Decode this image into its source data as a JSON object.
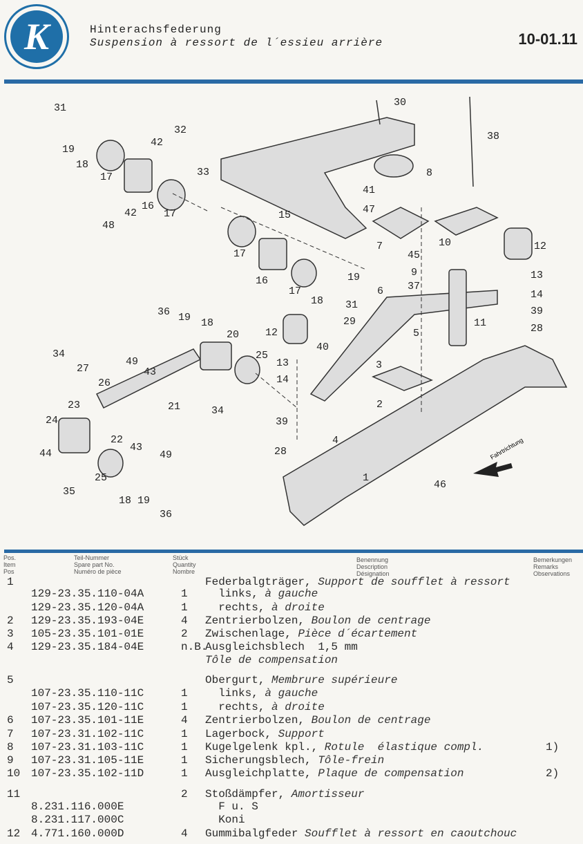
{
  "header": {
    "logo_letter": "K",
    "title_de": "Hinterachsfederung",
    "title_fr": "Suspension à ressort de l´essieu arrière",
    "page_number": "10-01.11"
  },
  "diagram": {
    "callouts": [
      "31",
      "19",
      "18",
      "42",
      "32",
      "17",
      "33",
      "16",
      "42",
      "17",
      "48",
      "30",
      "38",
      "8",
      "41",
      "47",
      "15",
      "7",
      "45",
      "10",
      "12",
      "17",
      "9",
      "37",
      "13",
      "16",
      "17",
      "19",
      "6",
      "14",
      "18",
      "31",
      "39",
      "11",
      "36",
      "19",
      "18",
      "29",
      "28",
      "12",
      "20",
      "5",
      "40",
      "34",
      "49",
      "43",
      "25",
      "27",
      "13",
      "26",
      "3",
      "14",
      "23",
      "21",
      "34",
      "2",
      "24",
      "39",
      "22",
      "43",
      "49",
      "4",
      "28",
      "44",
      "1",
      "25",
      "46",
      "35",
      "18",
      "19",
      "36"
    ],
    "direction_label": "Fahrtrichtung"
  },
  "table_header": {
    "pos": [
      "Pos.",
      "Item",
      "Pos"
    ],
    "part": [
      "Teil-Nummer",
      "Spare part No.",
      "Numéro de pièce"
    ],
    "qty": [
      "Stück",
      "Quantity",
      "Nombre"
    ],
    "desc": [
      "Benennung",
      "Description",
      "Désignation"
    ],
    "remarks": [
      "Bemerkungen",
      "Remarks",
      "Observations"
    ]
  },
  "rows": [
    {
      "pos": "1",
      "part": "",
      "qty": "",
      "de": "Federbalgträger,",
      "fr": "Support de soufflet à ressort",
      "rem": ""
    },
    {
      "pos": "",
      "part": "129-23.35.110-04A",
      "qty": "1",
      "de": "  links,",
      "fr": "à gauche",
      "rem": ""
    },
    {
      "pos": "",
      "part": "129-23.35.120-04A",
      "qty": "1",
      "de": "  rechts,",
      "fr": "à droite",
      "rem": ""
    },
    {
      "pos": "2",
      "part": "129-23.35.193-04E",
      "qty": "4",
      "de": "Zentrierbolzen,",
      "fr": "Boulon de centrage",
      "rem": ""
    },
    {
      "pos": "3",
      "part": "105-23.35.101-01E",
      "qty": "2",
      "de": "Zwischenlage,",
      "fr": "Pièce d´écartement",
      "rem": ""
    },
    {
      "pos": "4",
      "part": "129-23.35.184-04E",
      "qty": "n.B.",
      "de": "Ausgleichsblech  1,5 mm",
      "fr": "",
      "rem": ""
    },
    {
      "pos": "",
      "part": "",
      "qty": "",
      "de": "",
      "fr": "Tôle de compensation",
      "rem": ""
    },
    {
      "pos": "5",
      "part": "",
      "qty": "",
      "de": "Obergurt,",
      "fr": "Membrure supérieure",
      "rem": ""
    },
    {
      "pos": "",
      "part": "107-23.35.110-11C",
      "qty": "1",
      "de": "  links,",
      "fr": "à gauche",
      "rem": ""
    },
    {
      "pos": "",
      "part": "107-23.35.120-11C",
      "qty": "1",
      "de": "  rechts,",
      "fr": "à droite",
      "rem": ""
    },
    {
      "pos": "6",
      "part": "107-23.35.101-11E",
      "qty": "4",
      "de": "Zentrierbolzen,",
      "fr": "Boulon de centrage",
      "rem": ""
    },
    {
      "pos": "7",
      "part": "107-23.31.102-11C",
      "qty": "1",
      "de": "Lagerbock,",
      "fr": "Support",
      "rem": ""
    },
    {
      "pos": "8",
      "part": "107-23.31.103-11C",
      "qty": "1",
      "de": "Kugelgelenk kpl.,",
      "fr": "Rotule  élastique compl.",
      "rem": "1)"
    },
    {
      "pos": "9",
      "part": "107-23.31.105-11E",
      "qty": "1",
      "de": "Sicherungsblech,",
      "fr": "Tôle-frein",
      "rem": ""
    },
    {
      "pos": "10",
      "part": "107-23.35.102-11D",
      "qty": "1",
      "de": "Ausgleichplatte,",
      "fr": "Plaque de compensation",
      "rem": "2)"
    },
    {
      "pos": "11",
      "part": "",
      "qty": "2",
      "de": "Stoßdämpfer,",
      "fr": "Amortisseur",
      "rem": ""
    },
    {
      "pos": "",
      "part": "8.231.116.000E",
      "qty": "",
      "de": "  F u. S",
      "fr": "",
      "rem": ""
    },
    {
      "pos": "",
      "part": "8.231.117.000C",
      "qty": "",
      "de": "  Koni",
      "fr": "",
      "rem": ""
    },
    {
      "pos": "12",
      "part": "4.771.160.000D",
      "qty": "4",
      "de": "Gummibalgfeder",
      "fr": "Soufflet à ressort en caoutchouc",
      "rem": ""
    }
  ]
}
